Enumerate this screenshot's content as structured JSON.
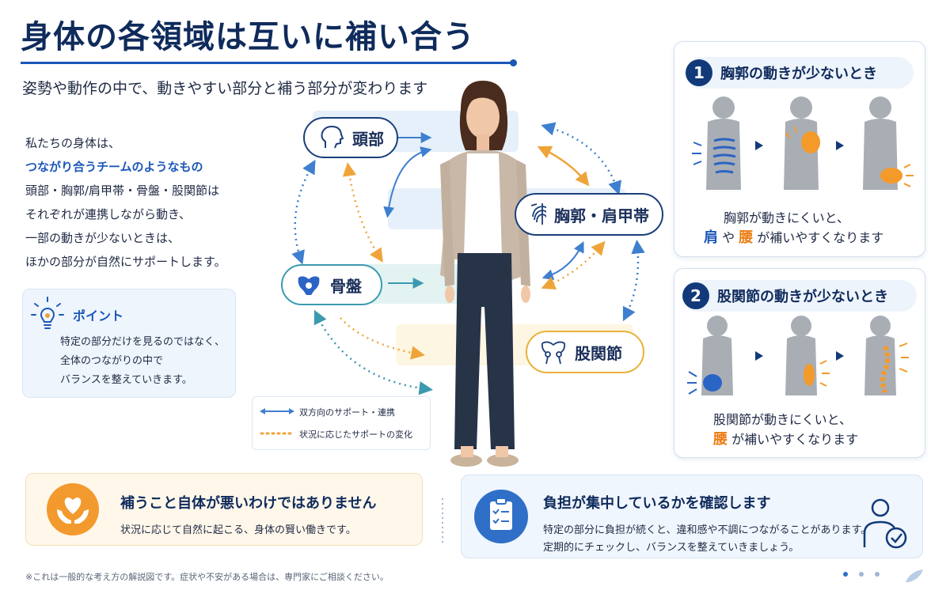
{
  "header": {
    "title": "身体の各領域は互いに補い合う",
    "subtitle": "姿勢や動作の中で、動きやすい部分と補う部分が変わります"
  },
  "intro": {
    "line1": "私たちの身体は、",
    "highlight": "つながり合うチームのようなもの",
    "line3": "頭部・胸郭/肩甲帯・骨盤・股関節は",
    "line4": "それぞれが連携しながら動き、",
    "line5": "一部の動きが少ないときは、",
    "line6": "ほかの部分が自然にサポートします。"
  },
  "point": {
    "title": "ポイント",
    "line1": "特定の部分だけを見るのではなく、",
    "line2": "全体のつながりの中で",
    "line3": "バランスを整えていきます。"
  },
  "nodes": {
    "head": "頭部",
    "thorax": "胸郭・肩甲帯",
    "pelvis": "骨盤",
    "hip": "股関節"
  },
  "legend": {
    "solid": "双方向のサポート・連携",
    "dotted": "状況に応じたサポートの変化"
  },
  "panel1": {
    "number": "1",
    "title": "胸郭の動きが少ないとき",
    "caption_line1": "胸郭が動きにくいと、",
    "word1": "肩",
    "mid": "や",
    "word2": "腰",
    "caption_end": "が補いやすくなります"
  },
  "panel2": {
    "number": "2",
    "title": "股関節の動きが少ないとき",
    "caption_line1": "股関節が動きにくいと、",
    "word1": "腰",
    "caption_end": "が補いやすくなります"
  },
  "card_left": {
    "title": "補うこと自体が悪いわけではありません",
    "text": "状況に応じて自然に起こる、身体の賢い働きです。"
  },
  "card_right": {
    "title": "負担が集中しているかを確認します",
    "line1": "特定の部分に負担が続くと、違和感や不調につながることがあります。",
    "line2": "定期的にチェックし、バランスを整えていきましょう。"
  },
  "footnote": "※これは一般的な考え方の解説図です。症状や不安がある場合は、専門家にご相談ください。",
  "colors": {
    "navy": "#0f2b5c",
    "blue": "#1b57b8",
    "orange": "#ec7a10",
    "teal": "#3c9ab0",
    "gold": "#e9b23a"
  }
}
